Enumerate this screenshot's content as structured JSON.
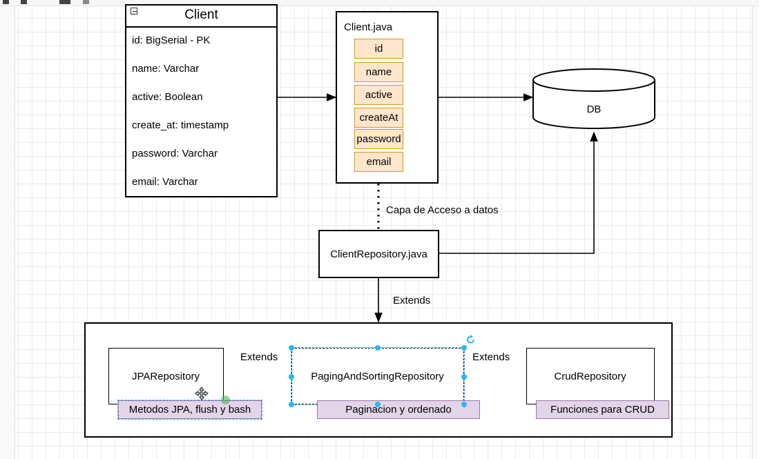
{
  "client_class": {
    "title": "Client",
    "fields": [
      "id: BigSerial - PK",
      "name: Varchar",
      "active: Boolean",
      "create_at: timestamp",
      "password: Varchar",
      "email: Varchar"
    ]
  },
  "client_java": {
    "title": "Client.java",
    "fields": [
      "id",
      "name",
      "active",
      "createAt",
      "password",
      "email"
    ]
  },
  "db": {
    "label": "DB"
  },
  "data_layer_label": "Capa de Acceso a datos",
  "client_repository": {
    "label": "ClientRepository.java"
  },
  "extends_labels": {
    "main": "Extends",
    "jpa_to_paging": "Extends",
    "paging_to_crud": "Extends"
  },
  "repositories": {
    "jpa": {
      "label": "JPARepository",
      "note": "Metodos JPA, flush y bash"
    },
    "paging": {
      "label": "PagingAndSortingRepository",
      "note": "Paginacion y ordenado"
    },
    "crud": {
      "label": "CrudRepository",
      "note": "Funciones para CRUD"
    }
  },
  "colors": {
    "field_fill": "#ffe6cc",
    "field_stroke": "#d79b00",
    "note_fill": "#e1d5e7",
    "note_stroke": "#9673a6",
    "selection": "#29b6f2"
  }
}
